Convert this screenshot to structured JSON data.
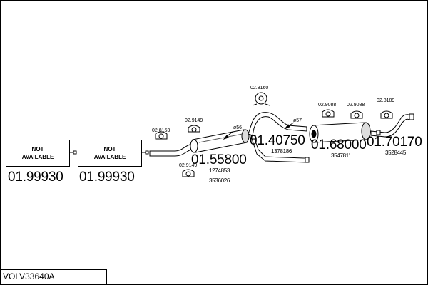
{
  "title": "VOLV33640A",
  "not_available_label": "NOT\nAVAILABLE",
  "parts": [
    {
      "number": "01.99930"
    },
    {
      "number": "01.99930"
    },
    {
      "number": "01.55800",
      "ref_numbers": [
        "1274853",
        "3536026"
      ]
    },
    {
      "number": "01.40750",
      "ref_numbers": [
        "1378186"
      ]
    },
    {
      "number": "01.68000",
      "ref_numbers": [
        "3547811"
      ]
    },
    {
      "number": "01.70170",
      "ref_numbers": [
        "3528445"
      ]
    }
  ],
  "fittings": [
    "02.8163",
    "02.9149",
    "02.9149",
    "02.8160",
    "02.9088",
    "02.9088",
    "02.8189"
  ],
  "pipe_diameters": [
    "ø56",
    "ø57"
  ]
}
